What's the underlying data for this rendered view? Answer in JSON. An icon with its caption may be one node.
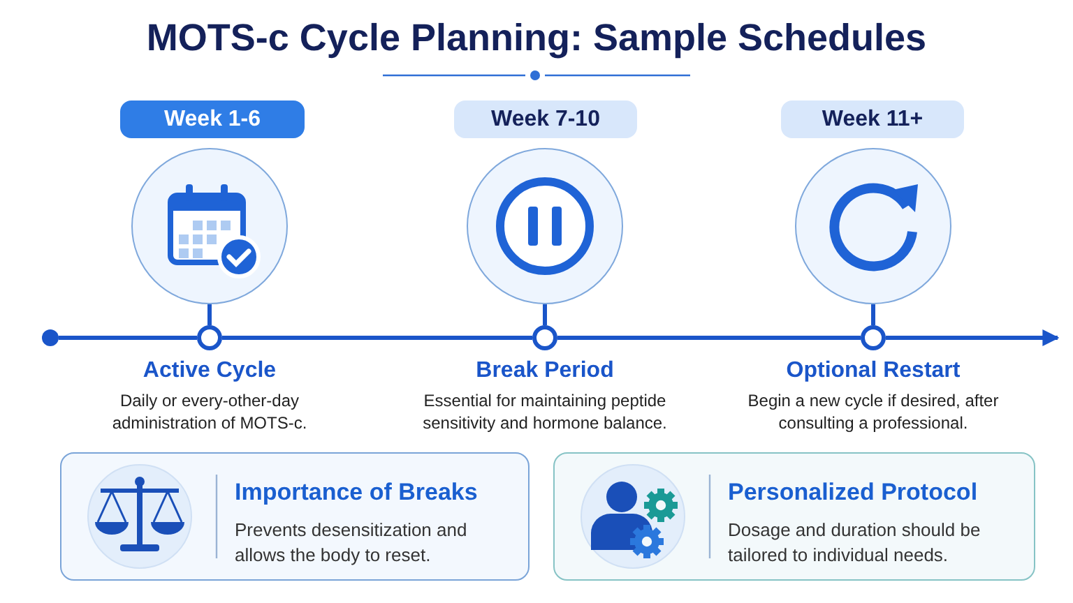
{
  "diagram": {
    "title": "MOTS-c Cycle Planning: Sample Schedules",
    "nodes": [
      {
        "text": [
          "Week 1-6"
        ]
      },
      {
        "text": [],
        "shape": "circle"
      },
      {
        "text": [
          "Week 7-10"
        ]
      },
      {
        "text": [],
        "shape": "circle"
      },
      {
        "text": [
          "Week 11+"
        ]
      },
      {
        "text": [],
        "shape": "circle"
      },
      {
        "text": [],
        "shape": "circle"
      },
      {
        "text": [],
        "shape": "circle",
        "beside": [
          "Active Cycle",
          "Daily or every-other-day administration of MOTS-c."
        ]
      },
      {
        "text": [],
        "shape": "circle",
        "beside": [
          "Break Period",
          "Essential for maintaining peptide sensitivity and hormone balance."
        ]
      },
      {
        "text": [],
        "shape": "circle",
        "beside": [
          "Optional Restart",
          "Begin a new cycle if desired, after consulting a professional."
        ]
      },
      {
        "text": [
          "Importance of Breaks",
          "Prevents desensitization and allows the body to reset."
        ]
      },
      {
        "text": [
          "Personalized Protocol",
          "Dosage and duration should be tailored to individual needs."
        ]
      }
    ],
    "edges": [
      {
        "from": 1,
        "to": 7,
        "arrow": "none"
      },
      {
        "from": 3,
        "to": 8,
        "arrow": "none"
      },
      {
        "from": 5,
        "to": 9,
        "arrow": "none"
      },
      {
        "from": 6,
        "to": 7,
        "arrow": "none"
      },
      {
        "from": 7,
        "to": 8,
        "arrow": "none"
      },
      {
        "from": 8,
        "to": 9,
        "arrow": "none"
      },
      {
        "from": 9,
        "to": null,
        "arrow": "to"
      }
    ]
  }
}
